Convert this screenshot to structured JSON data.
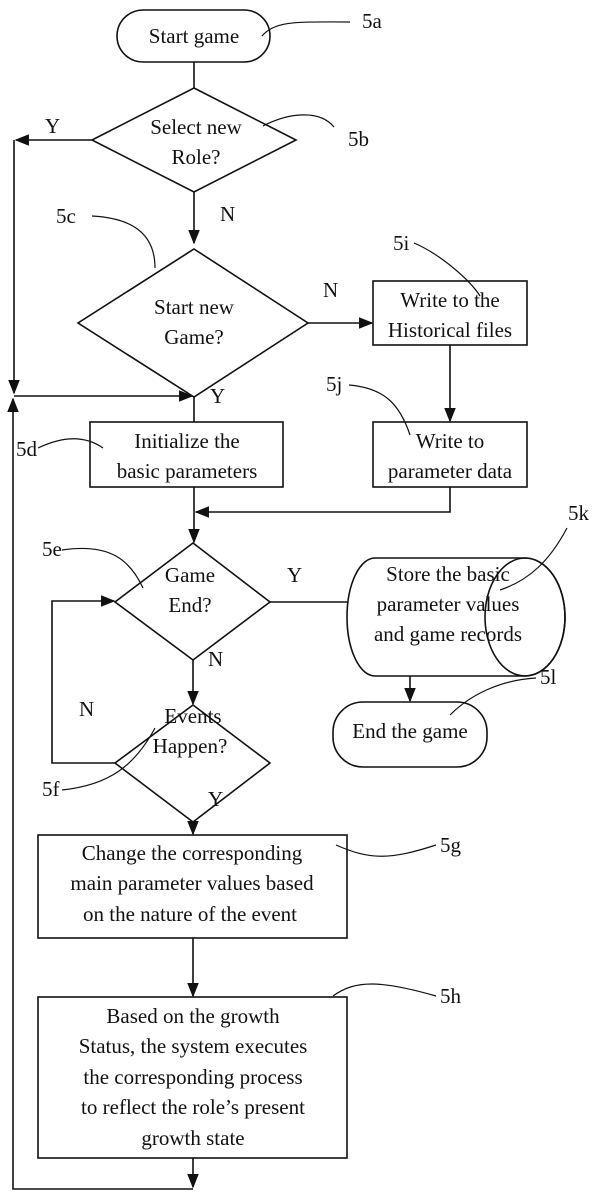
{
  "diagram": {
    "type": "flowchart",
    "nodes": {
      "start": {
        "ref": "5a",
        "shape": "terminal",
        "lines": [
          "Start game"
        ]
      },
      "select_role": {
        "ref": "5b",
        "shape": "decision",
        "lines": [
          "Select new",
          "Role?"
        ]
      },
      "start_new_game": {
        "ref": "5c",
        "shape": "decision",
        "lines": [
          "Start new",
          "Game?"
        ]
      },
      "init_params": {
        "ref": "5d",
        "shape": "process",
        "lines": [
          "Initialize the",
          "basic parameters"
        ]
      },
      "game_end": {
        "ref": "5e",
        "shape": "decision",
        "lines": [
          "Game",
          "End?"
        ]
      },
      "events_happen": {
        "ref": "5f",
        "shape": "decision",
        "lines": [
          "Events",
          "Happen?"
        ]
      },
      "change_params": {
        "ref": "5g",
        "shape": "process",
        "lines": [
          "Change the corresponding",
          "main parameter values based",
          "on the nature of the event"
        ]
      },
      "growth_process": {
        "ref": "5h",
        "shape": "process",
        "lines": [
          "Based on the growth",
          "Status, the system executes",
          "the corresponding process",
          "to reflect the role’s present",
          "growth state"
        ]
      },
      "write_historical": {
        "ref": "5i",
        "shape": "process",
        "lines": [
          "Write to the",
          "Historical files"
        ]
      },
      "write_param_data": {
        "ref": "5j",
        "shape": "process",
        "lines": [
          "Write to",
          "parameter data"
        ]
      },
      "store_records": {
        "ref": "5k",
        "shape": "storage",
        "lines": [
          "Store the basic",
          "parameter values",
          "and game records"
        ]
      },
      "end_game": {
        "ref": "5l",
        "shape": "terminal",
        "lines": [
          "End the game"
        ]
      }
    },
    "edges": [
      {
        "from": "start",
        "to": "select_role",
        "label": ""
      },
      {
        "from": "select_role",
        "to": "init_params",
        "label": "Y"
      },
      {
        "from": "select_role",
        "to": "start_new_game",
        "label": "N"
      },
      {
        "from": "start_new_game",
        "to": "init_params",
        "label": "Y"
      },
      {
        "from": "start_new_game",
        "to": "write_historical",
        "label": "N"
      },
      {
        "from": "write_historical",
        "to": "write_param_data",
        "label": ""
      },
      {
        "from": "write_param_data",
        "to": "game_end",
        "label": ""
      },
      {
        "from": "init_params",
        "to": "game_end",
        "label": ""
      },
      {
        "from": "game_end",
        "to": "store_records",
        "label": "Y"
      },
      {
        "from": "game_end",
        "to": "events_happen",
        "label": "N"
      },
      {
        "from": "events_happen",
        "to": "game_end",
        "label": "N"
      },
      {
        "from": "events_happen",
        "to": "change_params",
        "label": "Y"
      },
      {
        "from": "store_records",
        "to": "end_game",
        "label": ""
      },
      {
        "from": "change_params",
        "to": "growth_process",
        "label": ""
      },
      {
        "from": "growth_process",
        "to": "init_params",
        "label": ""
      }
    ],
    "branch_labels": {
      "select_role_yes": "Y",
      "select_role_no": "N",
      "start_new_game_no": "N",
      "start_new_game_yes": "Y",
      "game_end_yes": "Y",
      "game_end_no": "N",
      "events_no": "N",
      "events_yes": "Y"
    }
  }
}
